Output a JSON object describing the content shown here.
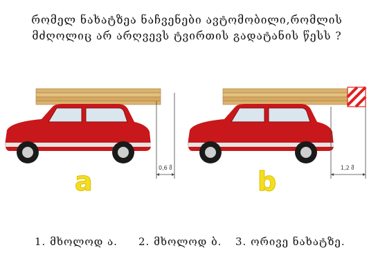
{
  "question": {
    "line1": "რომელ ნახატზეა ნაჩვენები ავტომობილი,რომლის",
    "line2": "მძღოლიც არ არღვევს ტვირთის გადატანის წესს ?"
  },
  "panels": [
    {
      "label": "a",
      "overhang_text": "0,6 მ",
      "has_warning_flag": false
    },
    {
      "label": "b",
      "overhang_text": "1,2 მ",
      "has_warning_flag": true
    }
  ],
  "options": [
    {
      "text": "1. მხოლოდ ა."
    },
    {
      "text": "2. მხოლოდ ბ."
    },
    {
      "text": "3. ორივე ნახატზე."
    }
  ],
  "colors": {
    "car_body": "#c8181b",
    "car_roof_window": "#d9e6ee",
    "lumber": "#d9b26d",
    "label_yellow": "#f5dd22",
    "flag_red": "#e02020"
  }
}
